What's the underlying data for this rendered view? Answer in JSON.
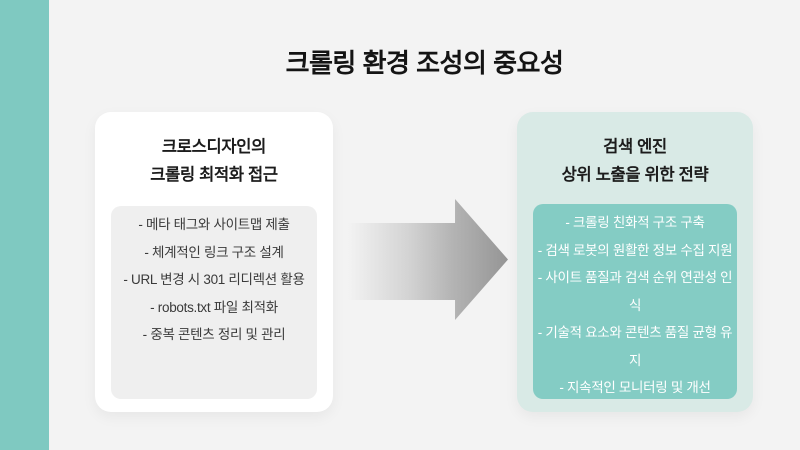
{
  "slide": {
    "title": "크롤링 환경 조성의 중요성"
  },
  "left_card": {
    "heading_line1": "크로스디자인의",
    "heading_line2": "크롤링 최적화 접근",
    "items": [
      "- 메타 태그와 사이트맵 제출",
      "- 체계적인 링크 구조 설계",
      "- URL 변경 시 301 리디렉션 활용",
      "- robots.txt 파일 최적화",
      "- 중복 콘텐츠 정리 및 관리"
    ]
  },
  "right_card": {
    "heading_line1": "검색 엔진",
    "heading_line2": "상위 노출을 위한 전략",
    "items": [
      "- 크롤링 친화적 구조 구축",
      "- 검색 로봇의 원활한 정보 수집 지원",
      "- 사이트 품질과 검색 순위 연관성 인식",
      "- 기술적 요소와 콘텐츠 품질 균형 유지",
      "- 지속적인 모니터링 및 개선"
    ]
  },
  "icons": {
    "arrow_right_icon": "→"
  },
  "colors": {
    "background": "#f3f3f3",
    "accent_teal": "#7fc9c1",
    "left_card_bg": "#ffffff",
    "left_inner_bg": "#efefef",
    "right_card_bg": "#d9eae6",
    "right_inner_bg": "#84ccc4",
    "title_text": "#141414",
    "left_list_text": "#3a3a3a",
    "right_list_text": "#ffffff",
    "arrow_gradient_start": "#f3f3f3",
    "arrow_gradient_end": "#959595"
  }
}
